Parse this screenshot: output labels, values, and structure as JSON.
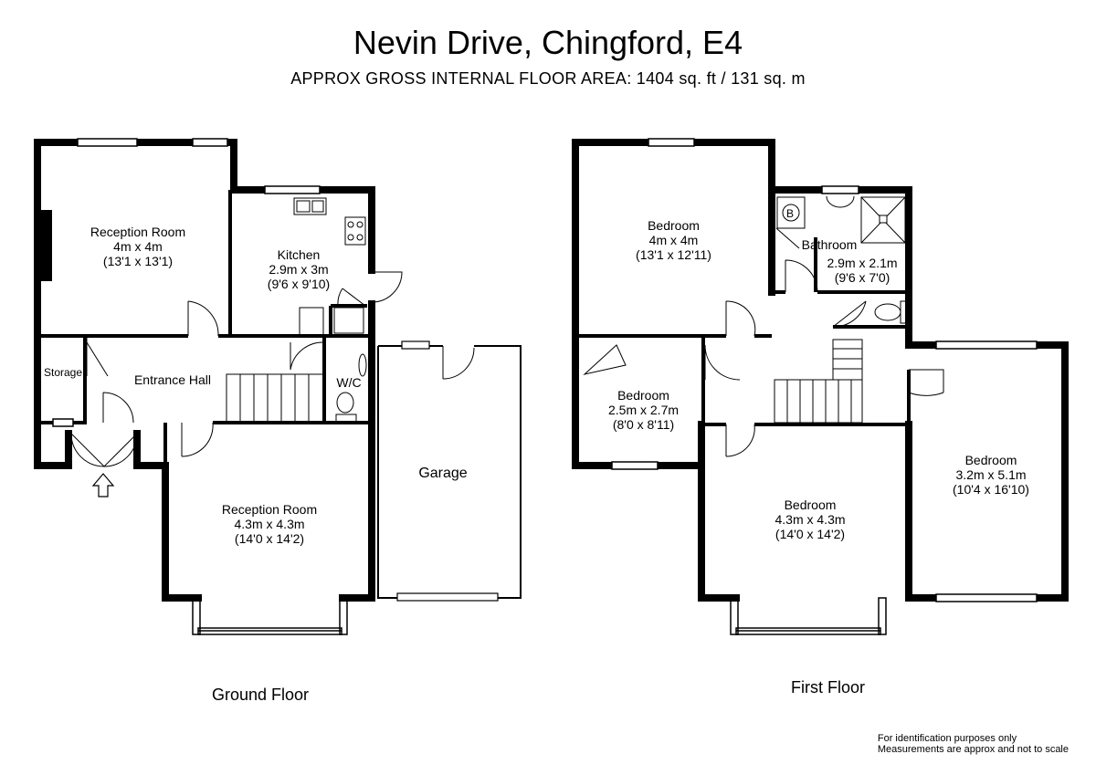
{
  "header": {
    "title": "Nevin Drive, Chingford, E4",
    "subtitle": "APPROX GROSS INTERNAL FLOOR AREA:  1404 sq. ft / 131 sq. m"
  },
  "ground_floor": {
    "label": "Ground Floor",
    "rooms": {
      "reception1": {
        "name": "Reception Room",
        "metric": "4m x 4m",
        "imperial": "(13'1 x 13'1)"
      },
      "kitchen": {
        "name": "Kitchen",
        "metric": "2.9m x 3m",
        "imperial": "(9'6 x 9'10)"
      },
      "storage": {
        "name": "Storage"
      },
      "hall": {
        "name": "Entrance Hall"
      },
      "wc": {
        "name": "W/C"
      },
      "garage": {
        "name": "Garage"
      },
      "reception2": {
        "name": "Reception Room",
        "metric": "4.3m x 4.3m",
        "imperial": "(14'0 x 14'2)"
      }
    }
  },
  "first_floor": {
    "label": "First Floor",
    "rooms": {
      "bedroom1": {
        "name": "Bedroom",
        "metric": "4m x 4m",
        "imperial": "(13'1 x 12'11)"
      },
      "bathroom": {
        "name": "Bathroom",
        "metric": "2.9m x 2.1m",
        "imperial": "(9'6 x 7'0)"
      },
      "bedroom2": {
        "name": "Bedroom",
        "metric": "2.5m x 2.7m",
        "imperial": "(8'0 x 8'11)"
      },
      "bedroom3": {
        "name": "Bedroom",
        "metric": "4.3m x 4.3m",
        "imperial": "(14'0 x 14'2)"
      },
      "bedroom4": {
        "name": "Bedroom",
        "metric": "3.2m x 5.1m",
        "imperial": "(10'4 x 16'10)"
      }
    }
  },
  "footer": {
    "line1": "For identification purposes only",
    "line2": "Measurements are approx and not to scale"
  },
  "colors": {
    "wall": "#000000",
    "background": "#ffffff"
  }
}
